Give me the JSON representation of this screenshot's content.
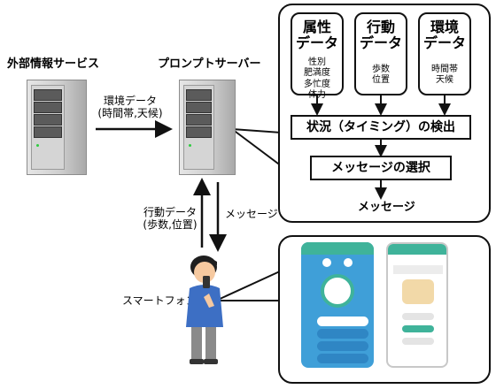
{
  "external_service": {
    "label": "外部情報サービス"
  },
  "prompt_server": {
    "label": "プロンプトサーバー"
  },
  "smartphone": {
    "label": "スマートフォン"
  },
  "env_arrow": {
    "label_line1": "環境データ",
    "label_line2": "(時間帯,天候)"
  },
  "behavior_arrow": {
    "label_line1": "行動データ",
    "label_line2": "(歩数,位置)"
  },
  "message_arrow": {
    "label": "メッセージ"
  },
  "data_panels": [
    {
      "title_line1": "属性",
      "title_line2": "データ",
      "items": [
        "性別",
        "肥満度",
        "多忙度",
        "体力"
      ]
    },
    {
      "title_line1": "行動",
      "title_line2": "データ",
      "items": [
        "歩数",
        "位置"
      ]
    },
    {
      "title_line1": "環境",
      "title_line2": "データ",
      "items": [
        "時間帯",
        "天候"
      ]
    }
  ],
  "process": {
    "detect": "状況（タイミング）の検出",
    "select": "メッセージの選択",
    "output": "メッセージ"
  },
  "colors": {
    "line": "#111111",
    "phone_left_bg": "#3f9fd8",
    "phone_right_bg": "#dcdcdc",
    "accent_teal": "#3fb39a"
  }
}
